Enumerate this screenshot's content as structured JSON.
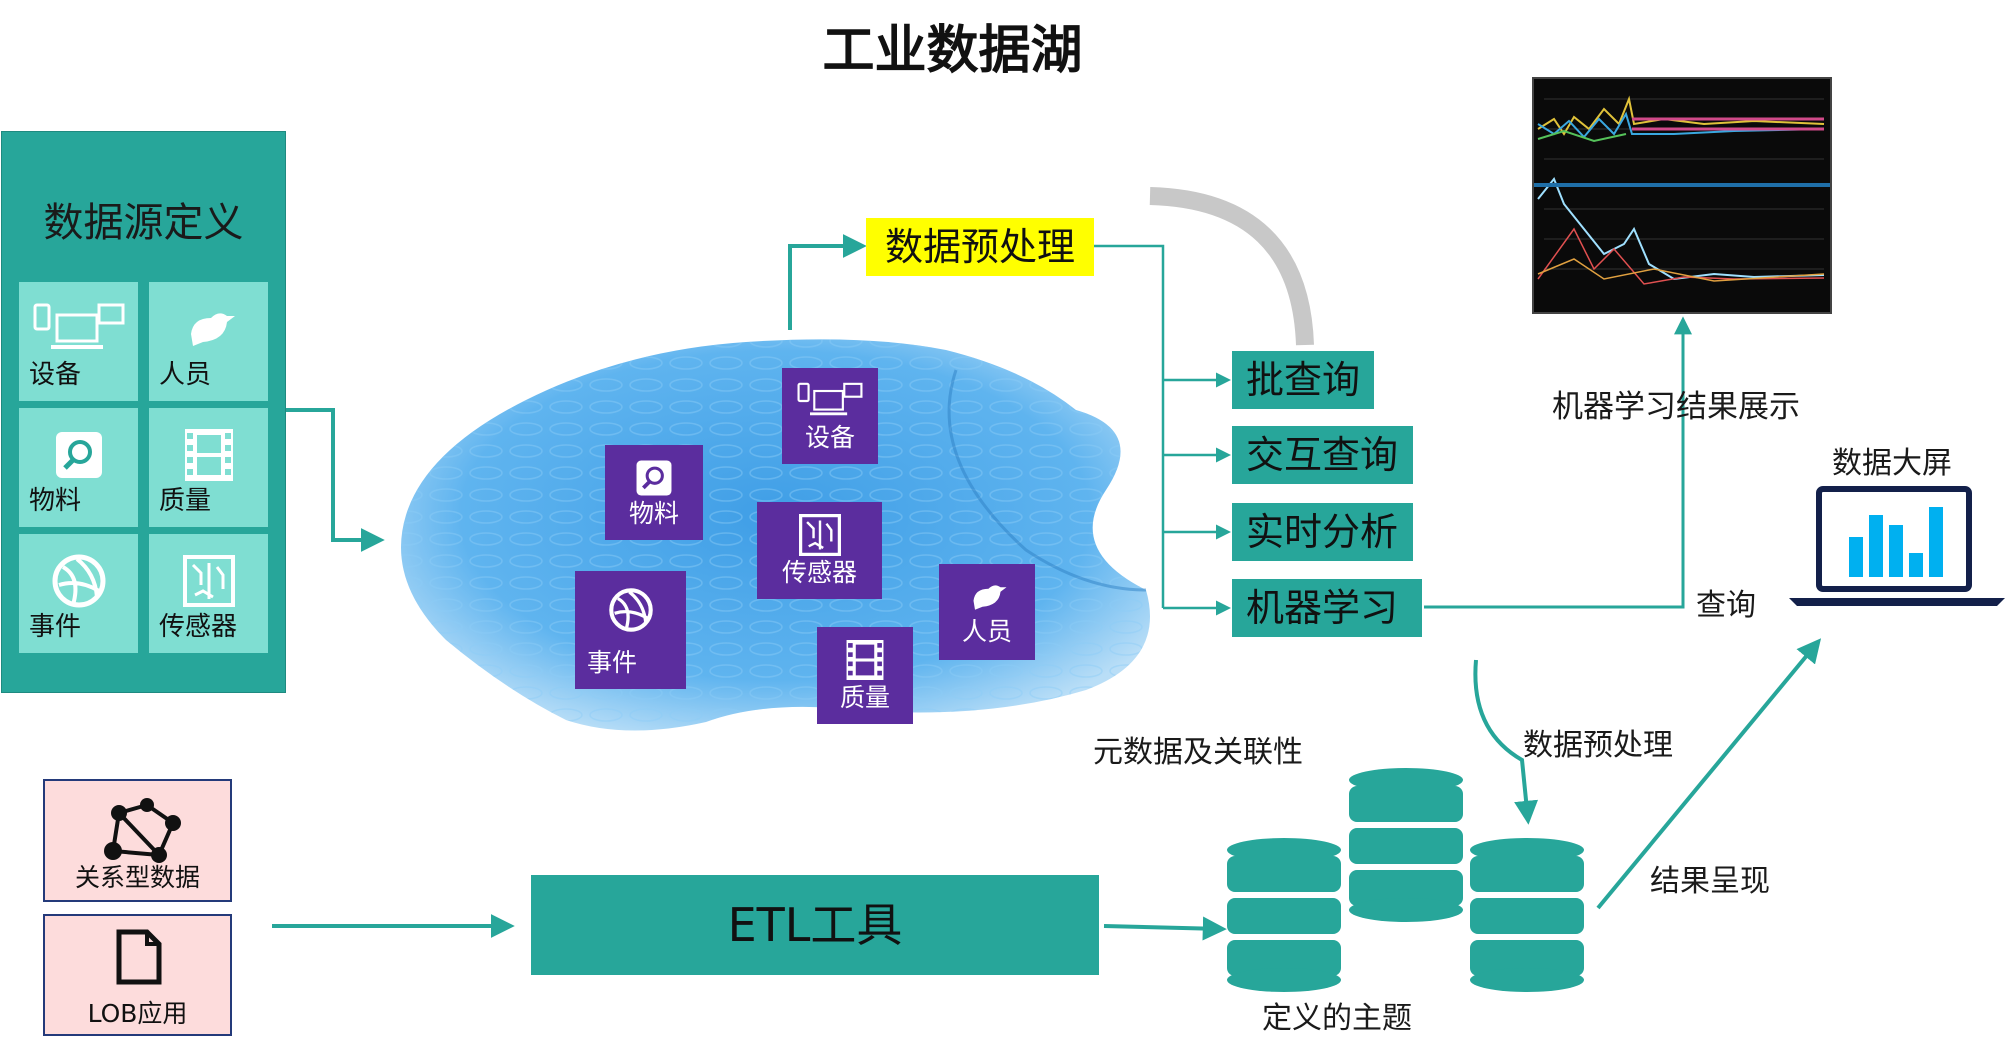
{
  "title": "工业数据湖",
  "sources": {
    "title": "数据源定义",
    "tiles": [
      {
        "label": "设备",
        "icon": "devices-icon"
      },
      {
        "label": "人员",
        "icon": "bird-icon"
      },
      {
        "label": "物料",
        "icon": "search-icon"
      },
      {
        "label": "质量",
        "icon": "film-icon"
      },
      {
        "label": "事件",
        "icon": "globe-icon"
      },
      {
        "label": "传感器",
        "icon": "circuit-icon"
      }
    ]
  },
  "lake": {
    "tiles": [
      {
        "label": "设备",
        "icon": "devices-icon"
      },
      {
        "label": "物料",
        "icon": "search-icon"
      },
      {
        "label": "传感器",
        "icon": "circuit-icon"
      },
      {
        "label": "事件",
        "icon": "globe-icon"
      },
      {
        "label": "人员",
        "icon": "bird-icon"
      },
      {
        "label": "质量",
        "icon": "film-icon"
      }
    ]
  },
  "preprocess": "数据预处理",
  "analytics": [
    "批查询",
    "交互查询",
    "实时分析",
    "机器学习"
  ],
  "ml_display_label": "机器学习结果展示",
  "big_screen_label": "数据大屏",
  "query_label": "查询",
  "preprocess2_label": "数据预处理",
  "metadata_label": "元数据及关联性",
  "result_label": "结果呈现",
  "topics_label": "定义的主题",
  "etl_label": "ETL工具",
  "relational_label": "关系型数据",
  "lob_label": "LOB应用",
  "colors": {
    "teal": "#27a69a",
    "purple": "#5b2d9e",
    "yellow": "#ffff00",
    "pink": "#fddcdc",
    "navy": "#13204a",
    "cyan": "#00b0f0"
  }
}
